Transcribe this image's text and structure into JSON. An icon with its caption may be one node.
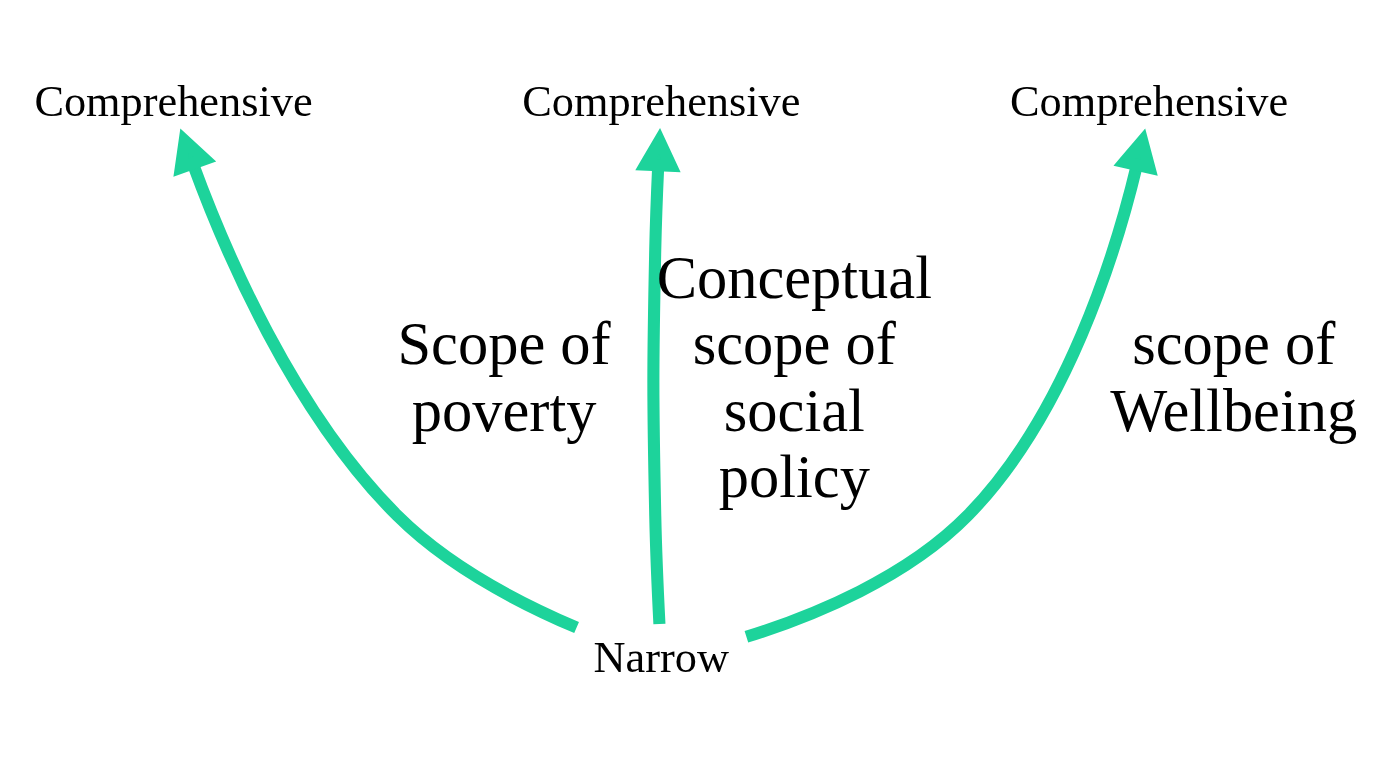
{
  "diagram": {
    "nodes": [
      {
        "text": [
          "Comprehensive"
        ]
      },
      {
        "text": [
          "Comprehensive"
        ]
      },
      {
        "text": [
          "Comprehensive"
        ]
      },
      {
        "text": [
          "Narrow"
        ]
      }
    ],
    "edges": [
      {
        "from": 3,
        "to": 0,
        "arrow": "to",
        "label": "Scope of poverty"
      },
      {
        "from": 3,
        "to": 1,
        "arrow": "to",
        "label": "Conceptual scope of social policy"
      },
      {
        "from": 3,
        "to": 2,
        "arrow": "to",
        "label": "scope of Wellbeing"
      }
    ]
  }
}
